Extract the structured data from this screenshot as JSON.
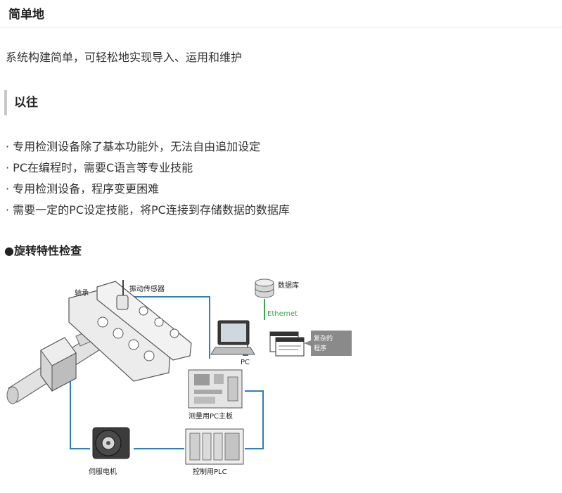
{
  "header": {
    "title": "简单地"
  },
  "lead": "系统构建简单，可轻松地实现导入、运用和维护",
  "section": {
    "title": "以往"
  },
  "bullets": [
    "· 专用检测设备除了基本功能外，无法自由追加设定",
    "· PC在编程时，需要C语言等专业技能",
    "· 专用检测设备，程序变更困难",
    "· 需要一定的PC设定技能，将PC连接到存储数据的数据库"
  ],
  "subheading": "●旋转特性检查",
  "diagram": {
    "labels": {
      "bearing": "轴承",
      "sensor": "振动传感器",
      "database": "数据库",
      "ethernet": "Ethernet",
      "program_line1": "复杂的",
      "program_line2": "程序",
      "pc": "PC",
      "board": "测量用PC主板",
      "servo": "伺服电机",
      "plc": "控制用PLC"
    },
    "colors": {
      "wire": "#2e7fb6",
      "ethernet": "#3aa64b",
      "callout": "#8a8a8a"
    }
  }
}
